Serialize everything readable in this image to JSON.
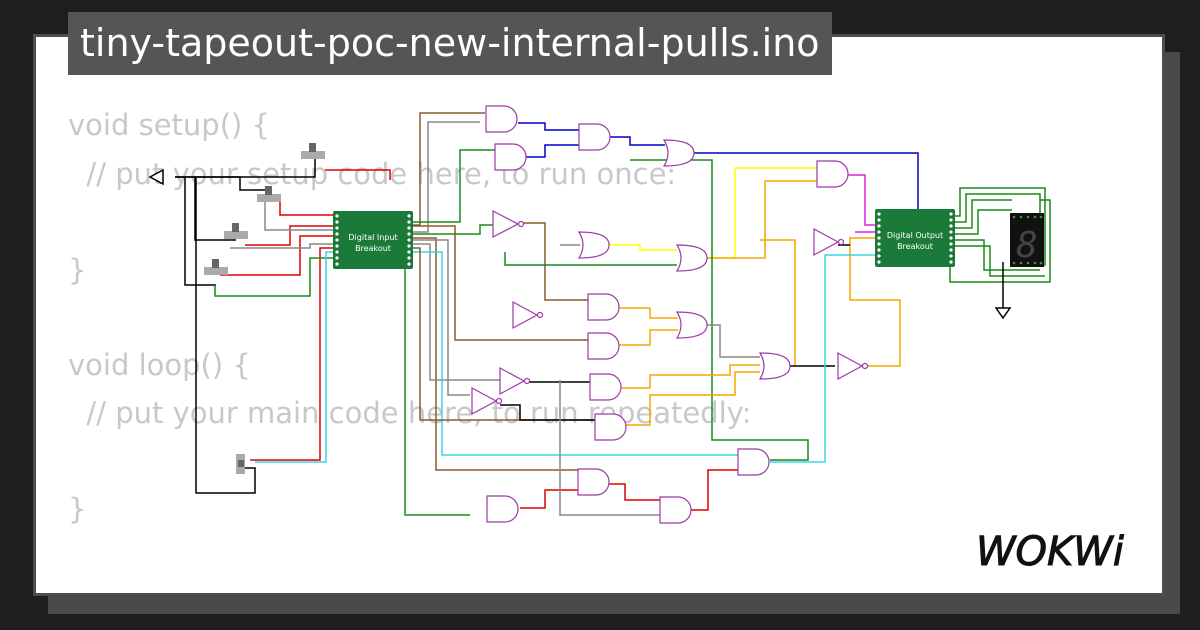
{
  "title": "tiny-tapeout-poc-new-internal-pulls.ino",
  "code_lines": [
    "void setup() {",
    "  // put your setup code here, to run once:",
    "",
    "}",
    "",
    "void loop() {",
    "  // put your main code here, to run repeatedly:",
    "",
    "}"
  ],
  "input_breakout": {
    "line1": "Digital Input",
    "line2": "Breakout"
  },
  "output_breakout": {
    "line1": "Digital Output",
    "line2": "Breakout"
  },
  "seven_segment_digit": "8",
  "brand": "WOKWi",
  "colors": {
    "background": "#1e1e1e",
    "card": "#ffffff",
    "title_bg": "#555555",
    "breakout_green": "#1b7a3a",
    "gate_stroke": "#9c3aa6"
  }
}
